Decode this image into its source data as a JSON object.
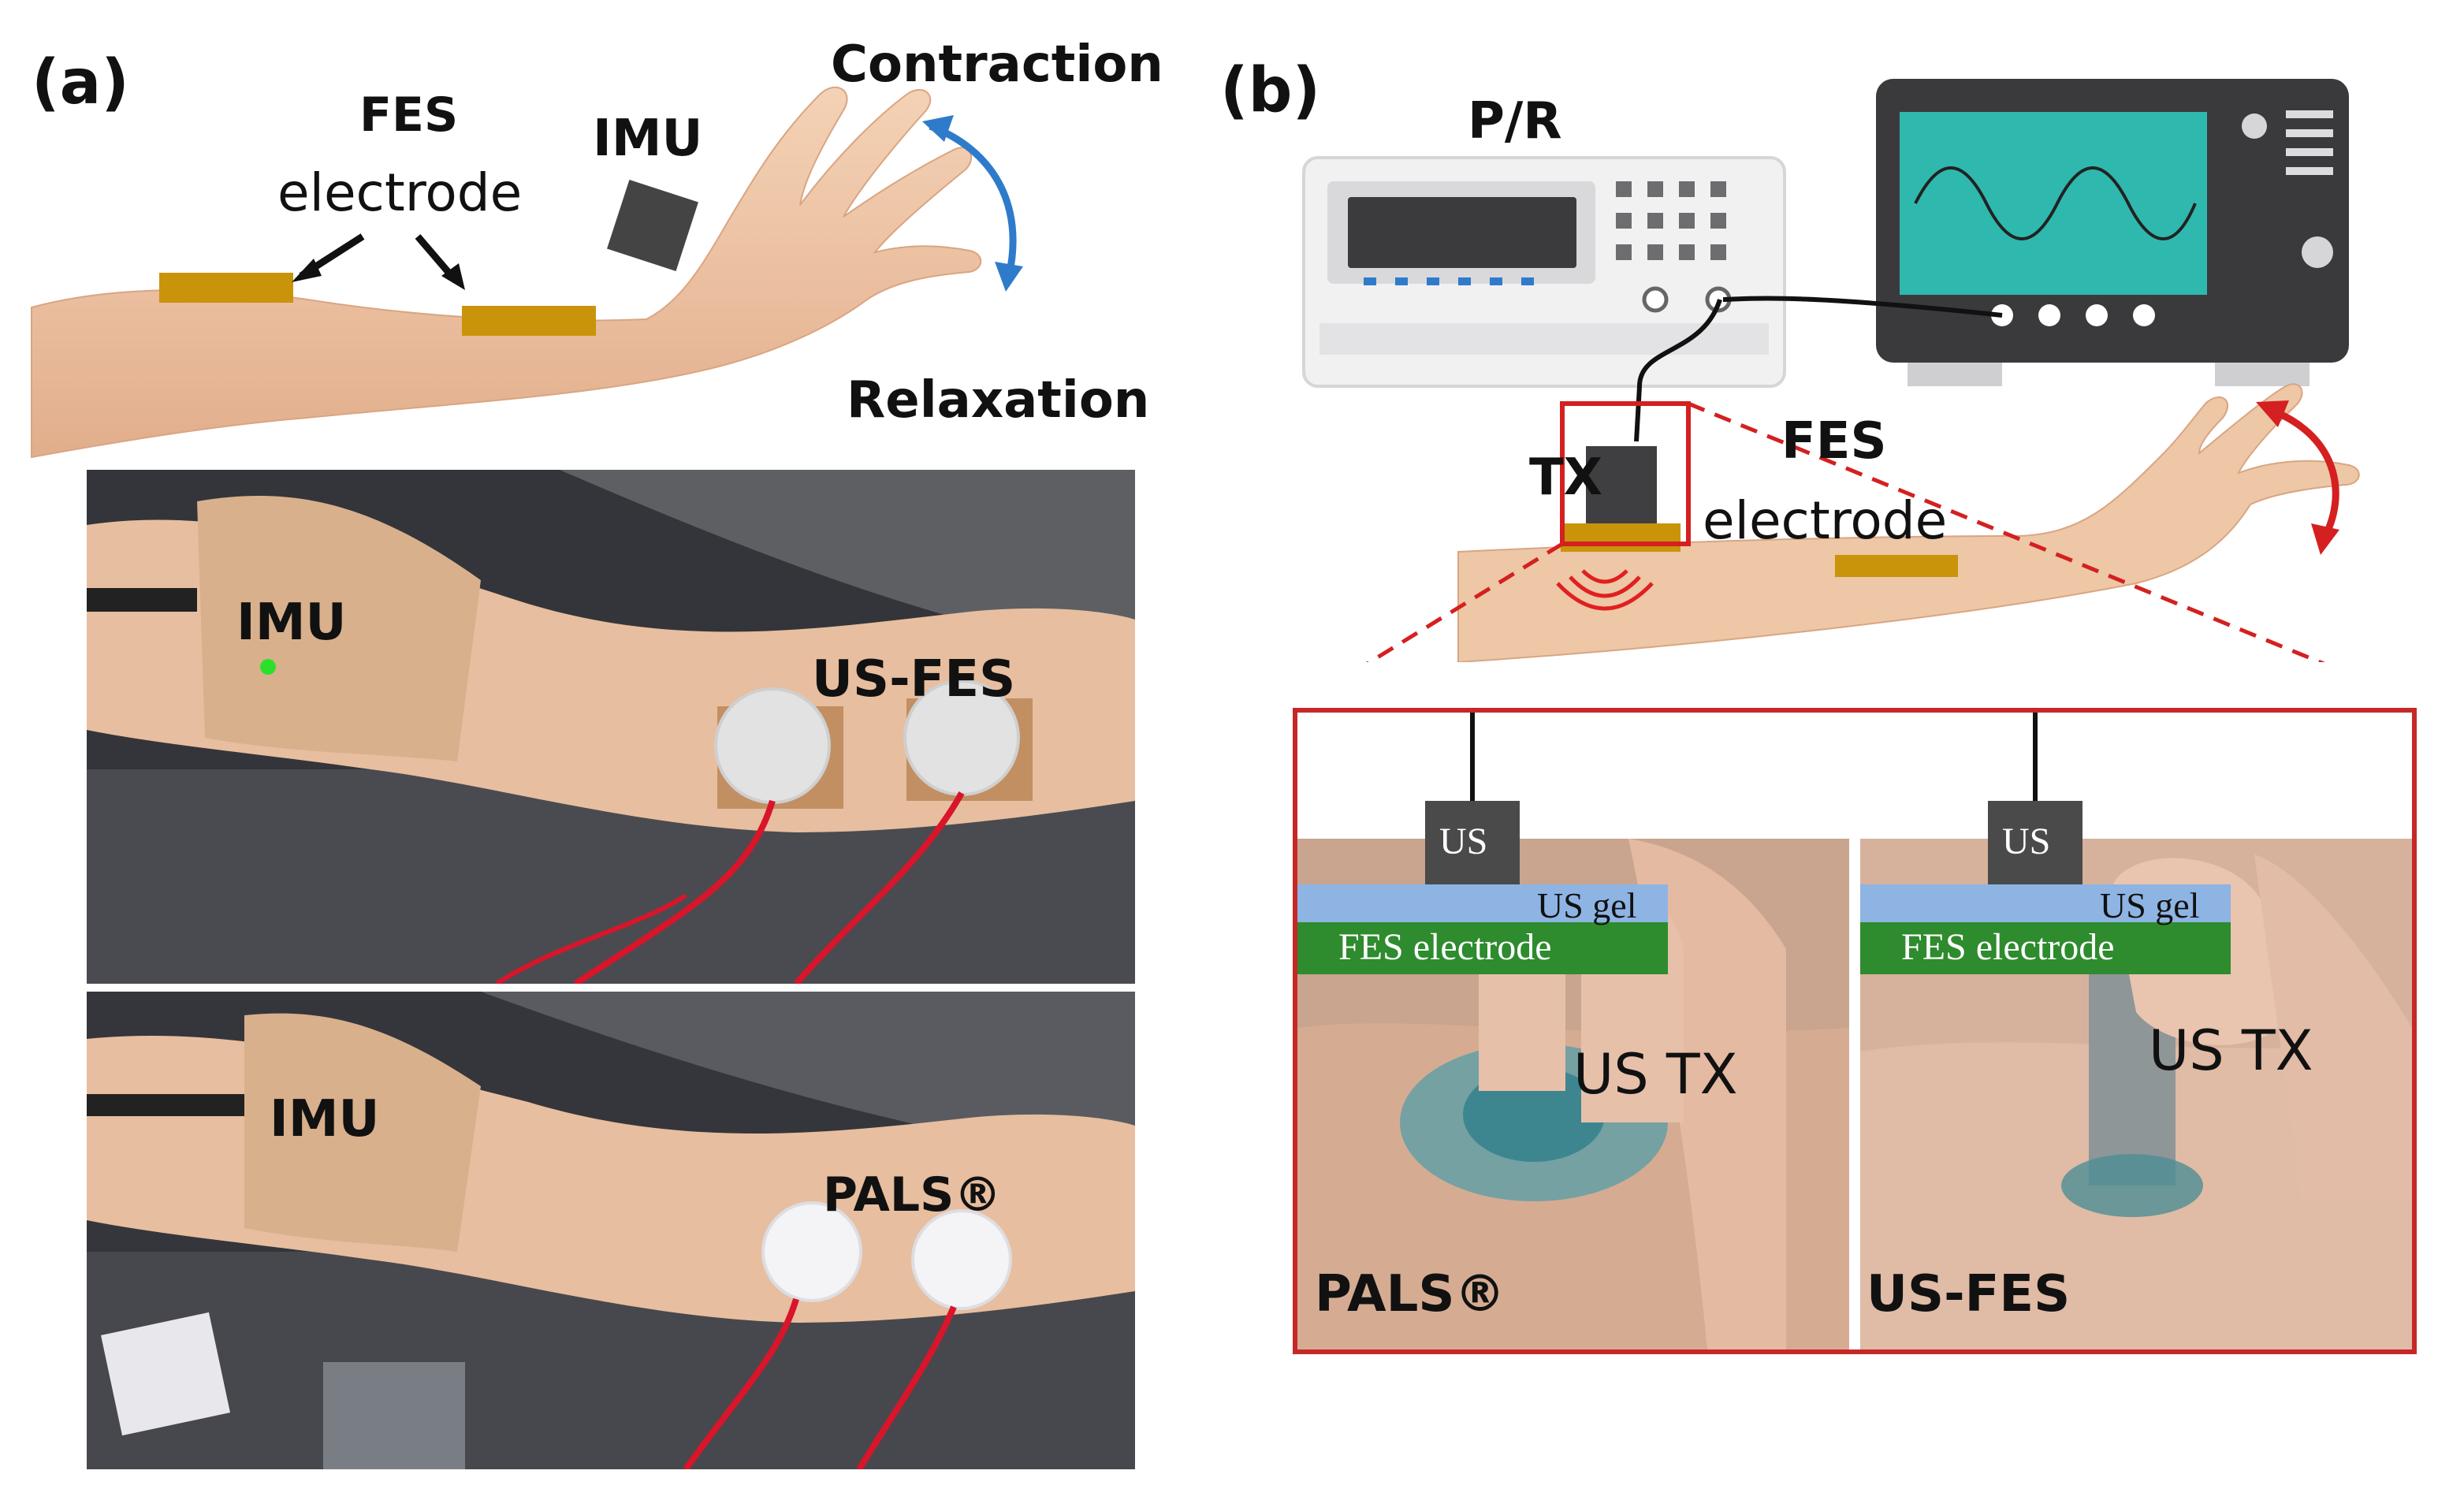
{
  "panel_a": {
    "letter": "(a)",
    "fes_label": "FES",
    "electrode_label": "electrode",
    "imu_label": "IMU",
    "contraction_label": "Contraction",
    "relaxation_label": "Relaxation",
    "photo_top": {
      "imu_label": "IMU",
      "electrode_type": "US-FES"
    },
    "photo_bottom": {
      "imu_label": "IMU",
      "electrode_type": "PALS®"
    }
  },
  "panel_b": {
    "letter": "(b)",
    "pr_label": "P/R",
    "tx_label": "TX",
    "fes_label": "FES",
    "electrode_label": "electrode",
    "inset_left": {
      "us_box": "US",
      "gel_label": "US gel",
      "fes_electrode_label": "FES electrode",
      "us_tx_label": "US TX",
      "electrode_type": "PALS®"
    },
    "inset_right": {
      "us_box": "US",
      "gel_label": "US gel",
      "fes_electrode_label": "FES electrode",
      "us_tx_label": "US TX",
      "electrode_type": "US-FES"
    }
  },
  "colors": {
    "electrode": "#C9940A",
    "arrow_blue": "#2F7BCB",
    "arrow_red": "#D42020",
    "scope_screen": "#2FB8AE",
    "gel_blue": "#8EB4E3",
    "fes_green": "#2E8B2E",
    "device_gray": "#444444",
    "inset_border": "#C62828",
    "skin": "#EDC7A6"
  },
  "icons": [
    "forearm-hand-illustration",
    "ultrasound-wave-icon",
    "oscilloscope-icon",
    "pulser-receiver-icon"
  ]
}
